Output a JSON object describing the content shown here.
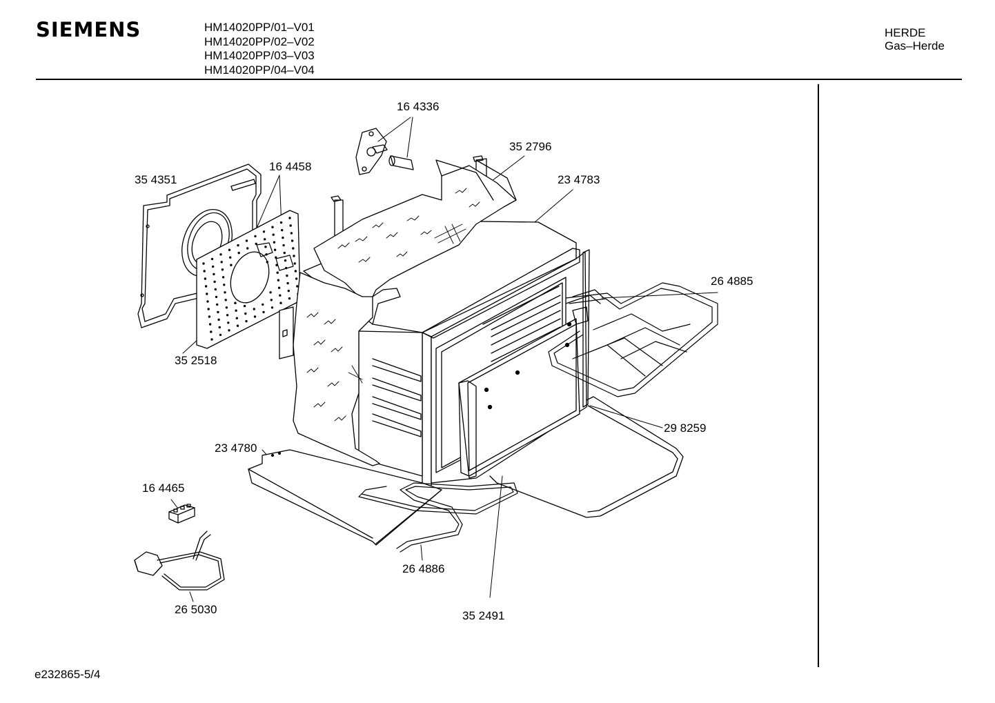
{
  "header": {
    "brand": "SIEMENS",
    "models": [
      "HM14020PP/01–V01",
      "HM14020PP/02–V02",
      "HM14020PP/03–V03",
      "HM14020PP/04–V04"
    ],
    "category": "HERDE",
    "subcategory": "Gas–Herde"
  },
  "footer": {
    "doc_id": "e232865-5/4"
  },
  "parts": {
    "p164336": "16 4336",
    "p352796": "35 2796",
    "p234783": "23 4783",
    "p354351": "35 4351",
    "p164458": "16 4458",
    "p264885": "26 4885",
    "p352518": "35 2518",
    "p298259": "29 8259",
    "p234780": "23 4780",
    "p164465": "16 4465",
    "p264886": "26 4886",
    "p265030": "26 5030",
    "p352491": "35 2491"
  }
}
